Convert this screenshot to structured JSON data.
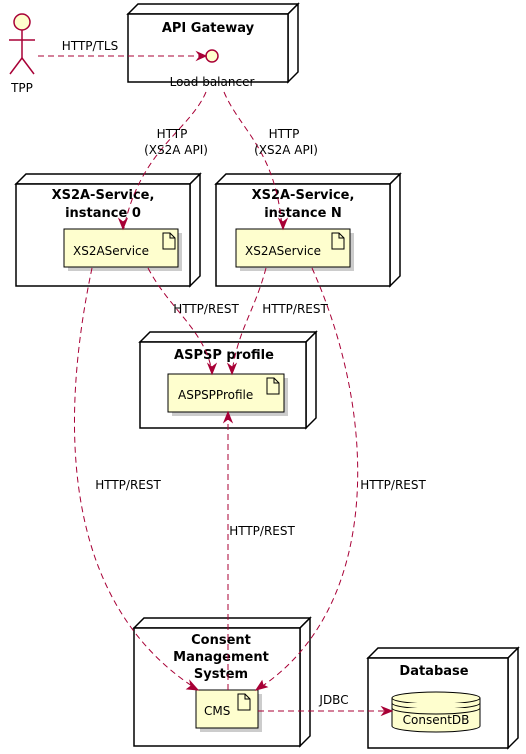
{
  "actor": {
    "label": "TPP"
  },
  "nodes": {
    "gateway": {
      "title": "API Gateway",
      "interface_label": "Load balancer"
    },
    "xs2a0": {
      "title_line1": "XS2A-Service,",
      "title_line2": "instance 0",
      "artifact": "XS2AService"
    },
    "xs2aN": {
      "title_line1": "XS2A-Service,",
      "title_line2": "instance N",
      "artifact": "XS2AService"
    },
    "aspsp": {
      "title": "ASPSP profile",
      "artifact": "ASPSPProfile"
    },
    "cms": {
      "title_line1": "Consent",
      "title_line2": "Management",
      "title_line3": "System",
      "artifact": "CMS"
    },
    "database": {
      "title": "Database",
      "artifact": "ConsentDB"
    }
  },
  "edges": {
    "tpp_lb": "HTTP/TLS",
    "lb_x0_line1": "HTTP",
    "lb_x0_line2": "(XS2A API)",
    "lb_xN_line1": "HTTP",
    "lb_xN_line2": "(XS2A API)",
    "x0_aspsp": "HTTP/REST",
    "xN_aspsp": "HTTP/REST",
    "x0_cms": "HTTP/REST",
    "cms_aspsp": "HTTP/REST",
    "xN_cms": "HTTP/REST",
    "cms_db": "JDBC"
  },
  "colors": {
    "arrow": "#a80036",
    "artifact_fill": "#fefece"
  }
}
